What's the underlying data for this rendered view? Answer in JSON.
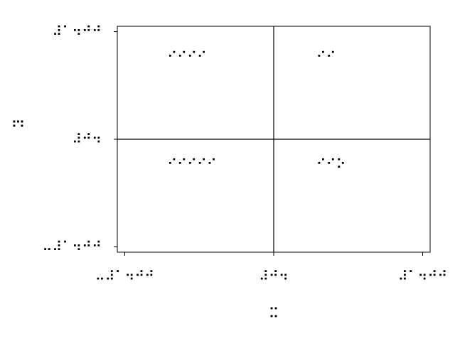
{
  "chart_data": {
    "type": "scatter",
    "title": "",
    "xlabel": "⠭",
    "ylabel": "⠽",
    "xlim": [
      -1.05,
      1.05
    ],
    "ylim": [
      -1.05,
      1.05
    ],
    "x_ticks": [
      {
        "value": -1,
        "label": "⠤⠼⠁⠲⠚⠚"
      },
      {
        "value": 0,
        "label": "⠼⠚⠲"
      },
      {
        "value": 1,
        "label": "⠼⠁⠲⠚⠚"
      }
    ],
    "y_ticks": [
      {
        "value": 1,
        "label": "⠼⠁⠲⠚⠚"
      },
      {
        "value": 0,
        "label": "⠼⠚⠲"
      },
      {
        "value": -1,
        "label": "⠤⠼⠁⠲⠚⠚"
      }
    ],
    "reference_lines": {
      "x": 0,
      "y": 0
    },
    "grid": false,
    "annotations": [
      {
        "x": -0.5,
        "y": 0.5,
        "text": "⠊⠊⠊⠊"
      },
      {
        "x": 0.5,
        "y": 0.5,
        "text": "⠊⠊"
      },
      {
        "x": -0.5,
        "y": -0.5,
        "text": "⠊⠊⠊⠊⠊"
      },
      {
        "x": 0.5,
        "y": -0.5,
        "text": "⠊⠊⠕"
      }
    ],
    "color": "#000000"
  }
}
